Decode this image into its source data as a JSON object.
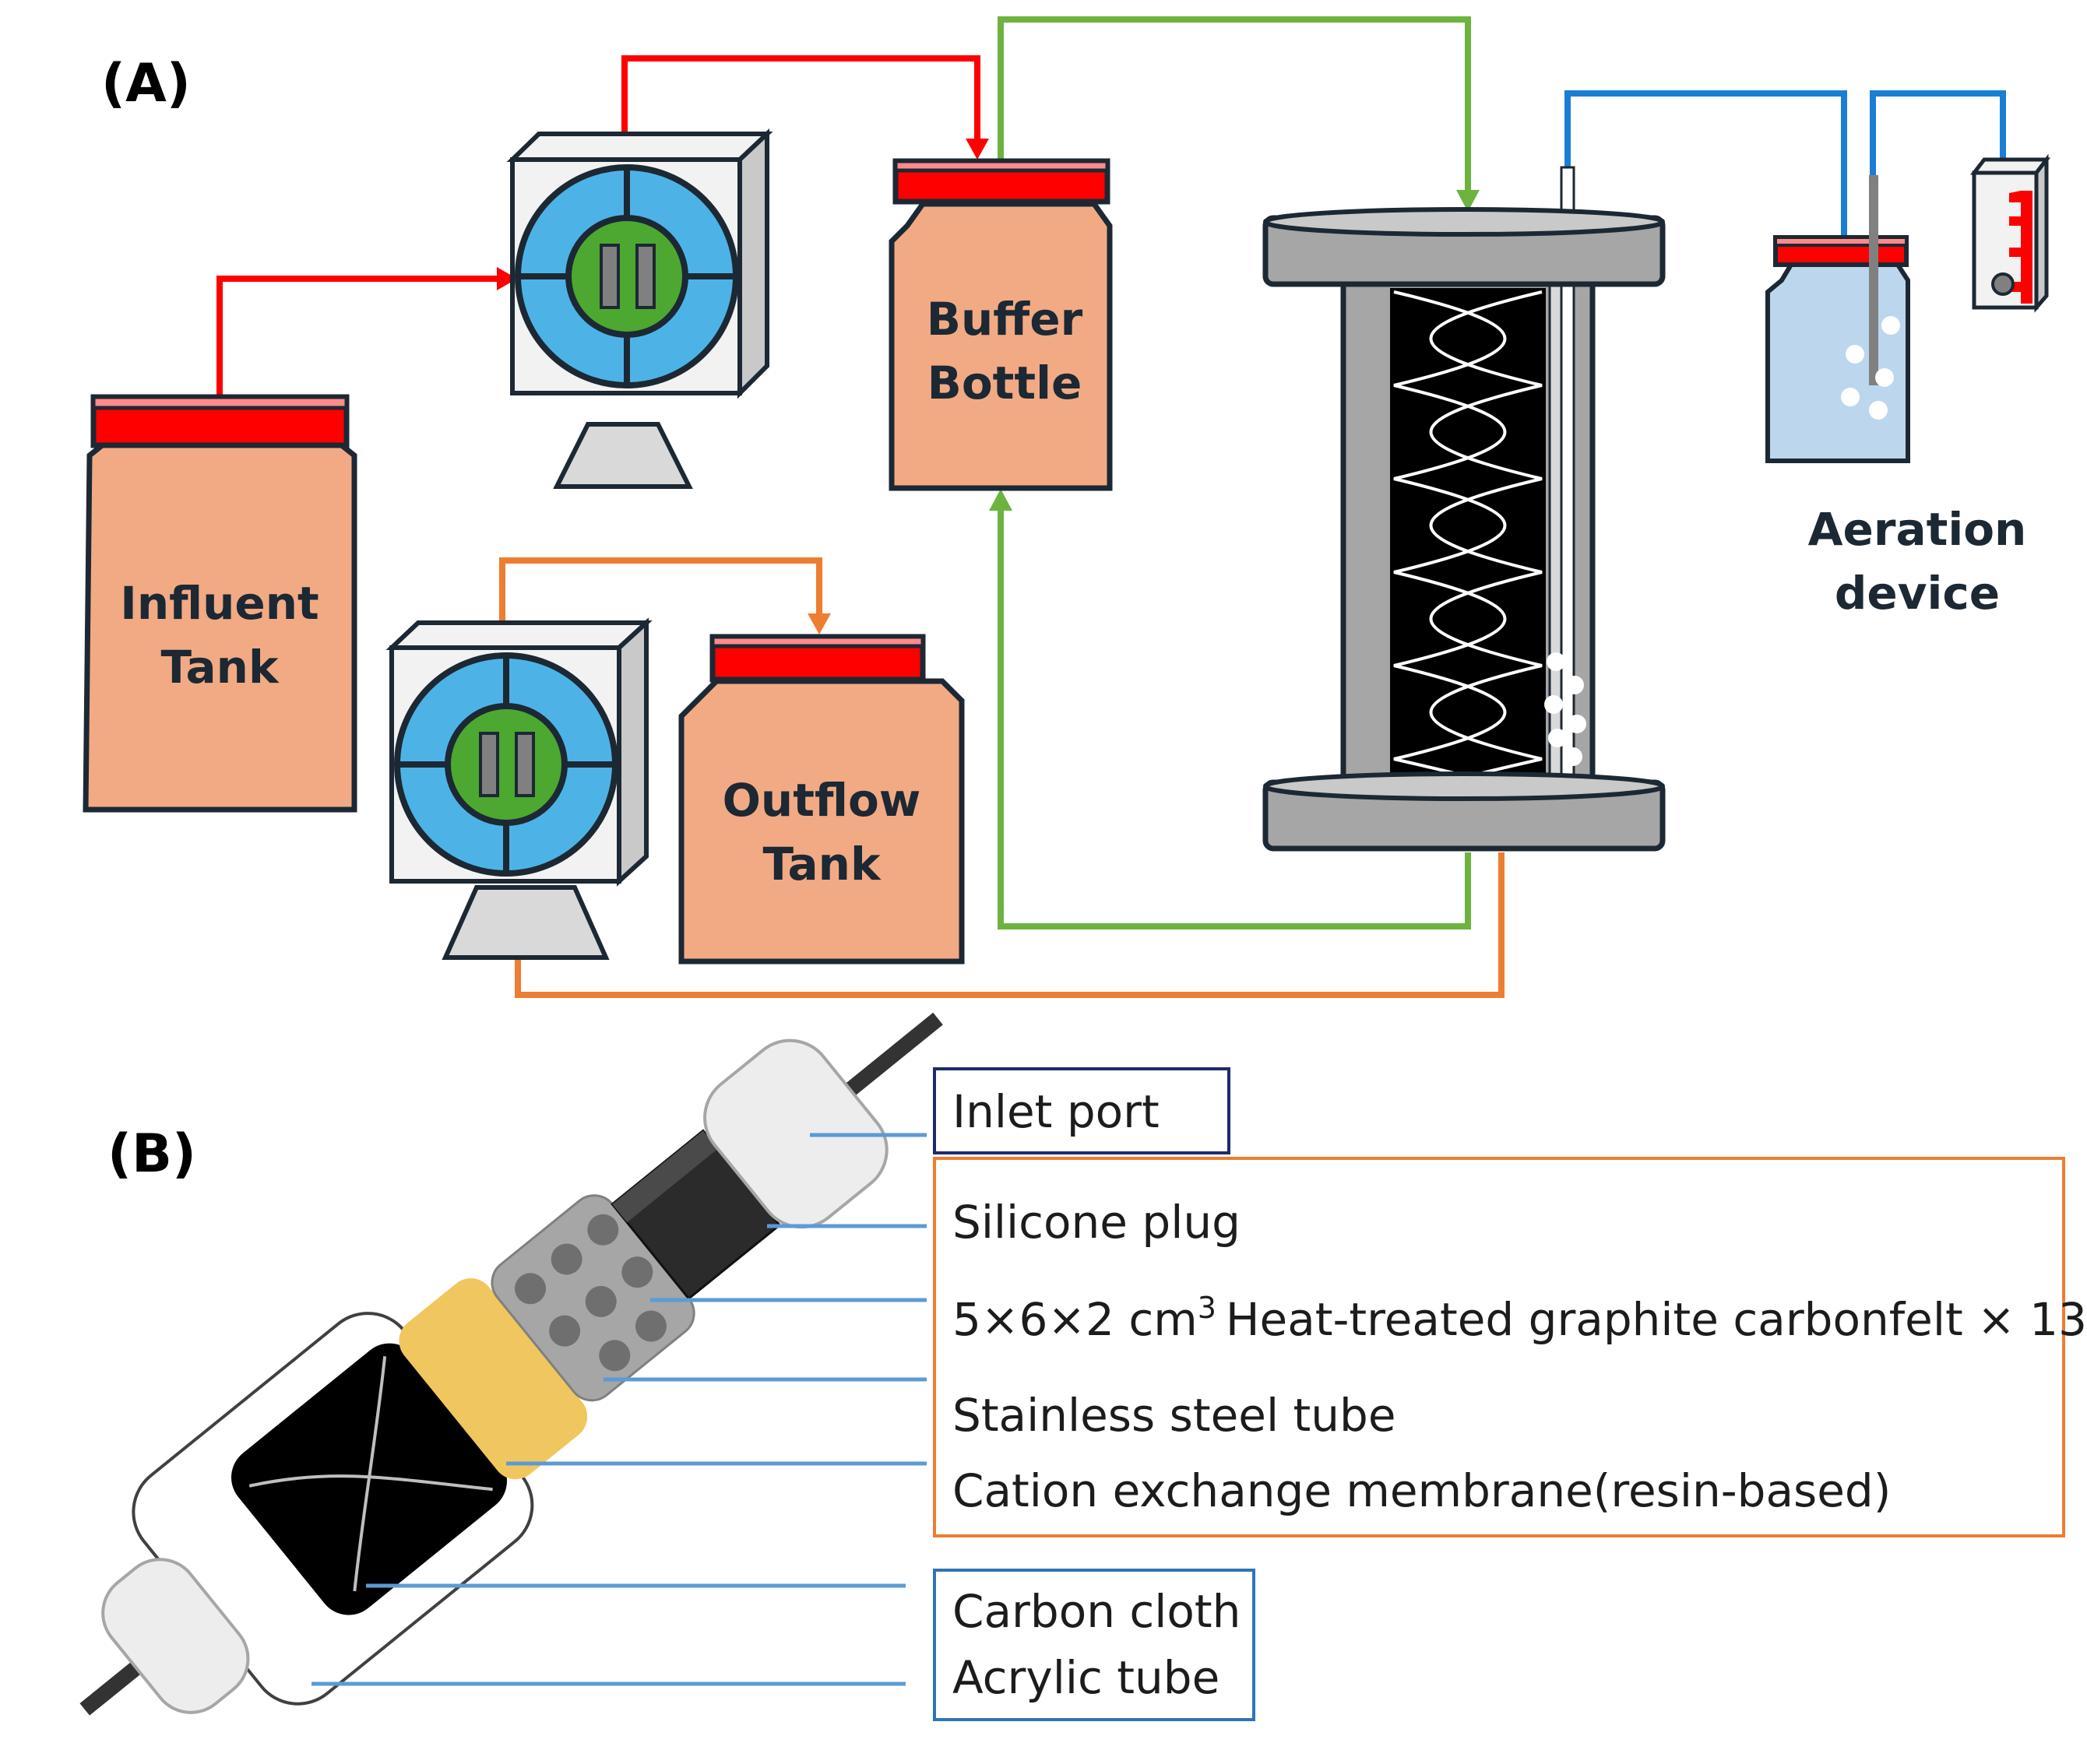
{
  "panel_a": {
    "panel_label": "(A)",
    "labels": {
      "influent_tank": [
        "Influent",
        "Tank"
      ],
      "buffer_bottle": [
        "Buffer",
        "Bottle"
      ],
      "outflow_tank": [
        "Outflow",
        "Tank"
      ],
      "aeration_device": [
        "Aeration",
        "device"
      ]
    },
    "line_colors": {
      "influent_line": "#ff0000",
      "recirculation_line": "#6db33f",
      "outflow_line": "#ed7d31",
      "aeration_line": "#1a7fd4"
    },
    "fill_colors": {
      "tank": "#f2aa84",
      "lid": "#ff0000",
      "pump_ring": "#4db3e6",
      "pump_rotor": "#4ca830",
      "reactor": "#a6a6a6",
      "aeration_bottle": "#bcd6ee"
    }
  },
  "panel_b": {
    "panel_label": "(B)",
    "labels": {
      "inlet_port": "Inlet port",
      "silicone_plug": "Silicone plug",
      "carbon_felt_dims": "5×6×2 cm",
      "carbon_felt_exp": "3",
      "carbon_felt_rest": "Heat-treated graphite carbonfelt × 13",
      "stainless_tube": "Stainless steel tube",
      "membrane": "Cation exchange membrane(resin-based)",
      "carbon_cloth": "Carbon cloth",
      "acrylic_tube": "Acrylic tube"
    },
    "box_colors": {
      "navy": "#1f2a6b",
      "orange": "#ed7d31",
      "blue": "#2e75b6",
      "leader": "#5b9bd5"
    }
  }
}
